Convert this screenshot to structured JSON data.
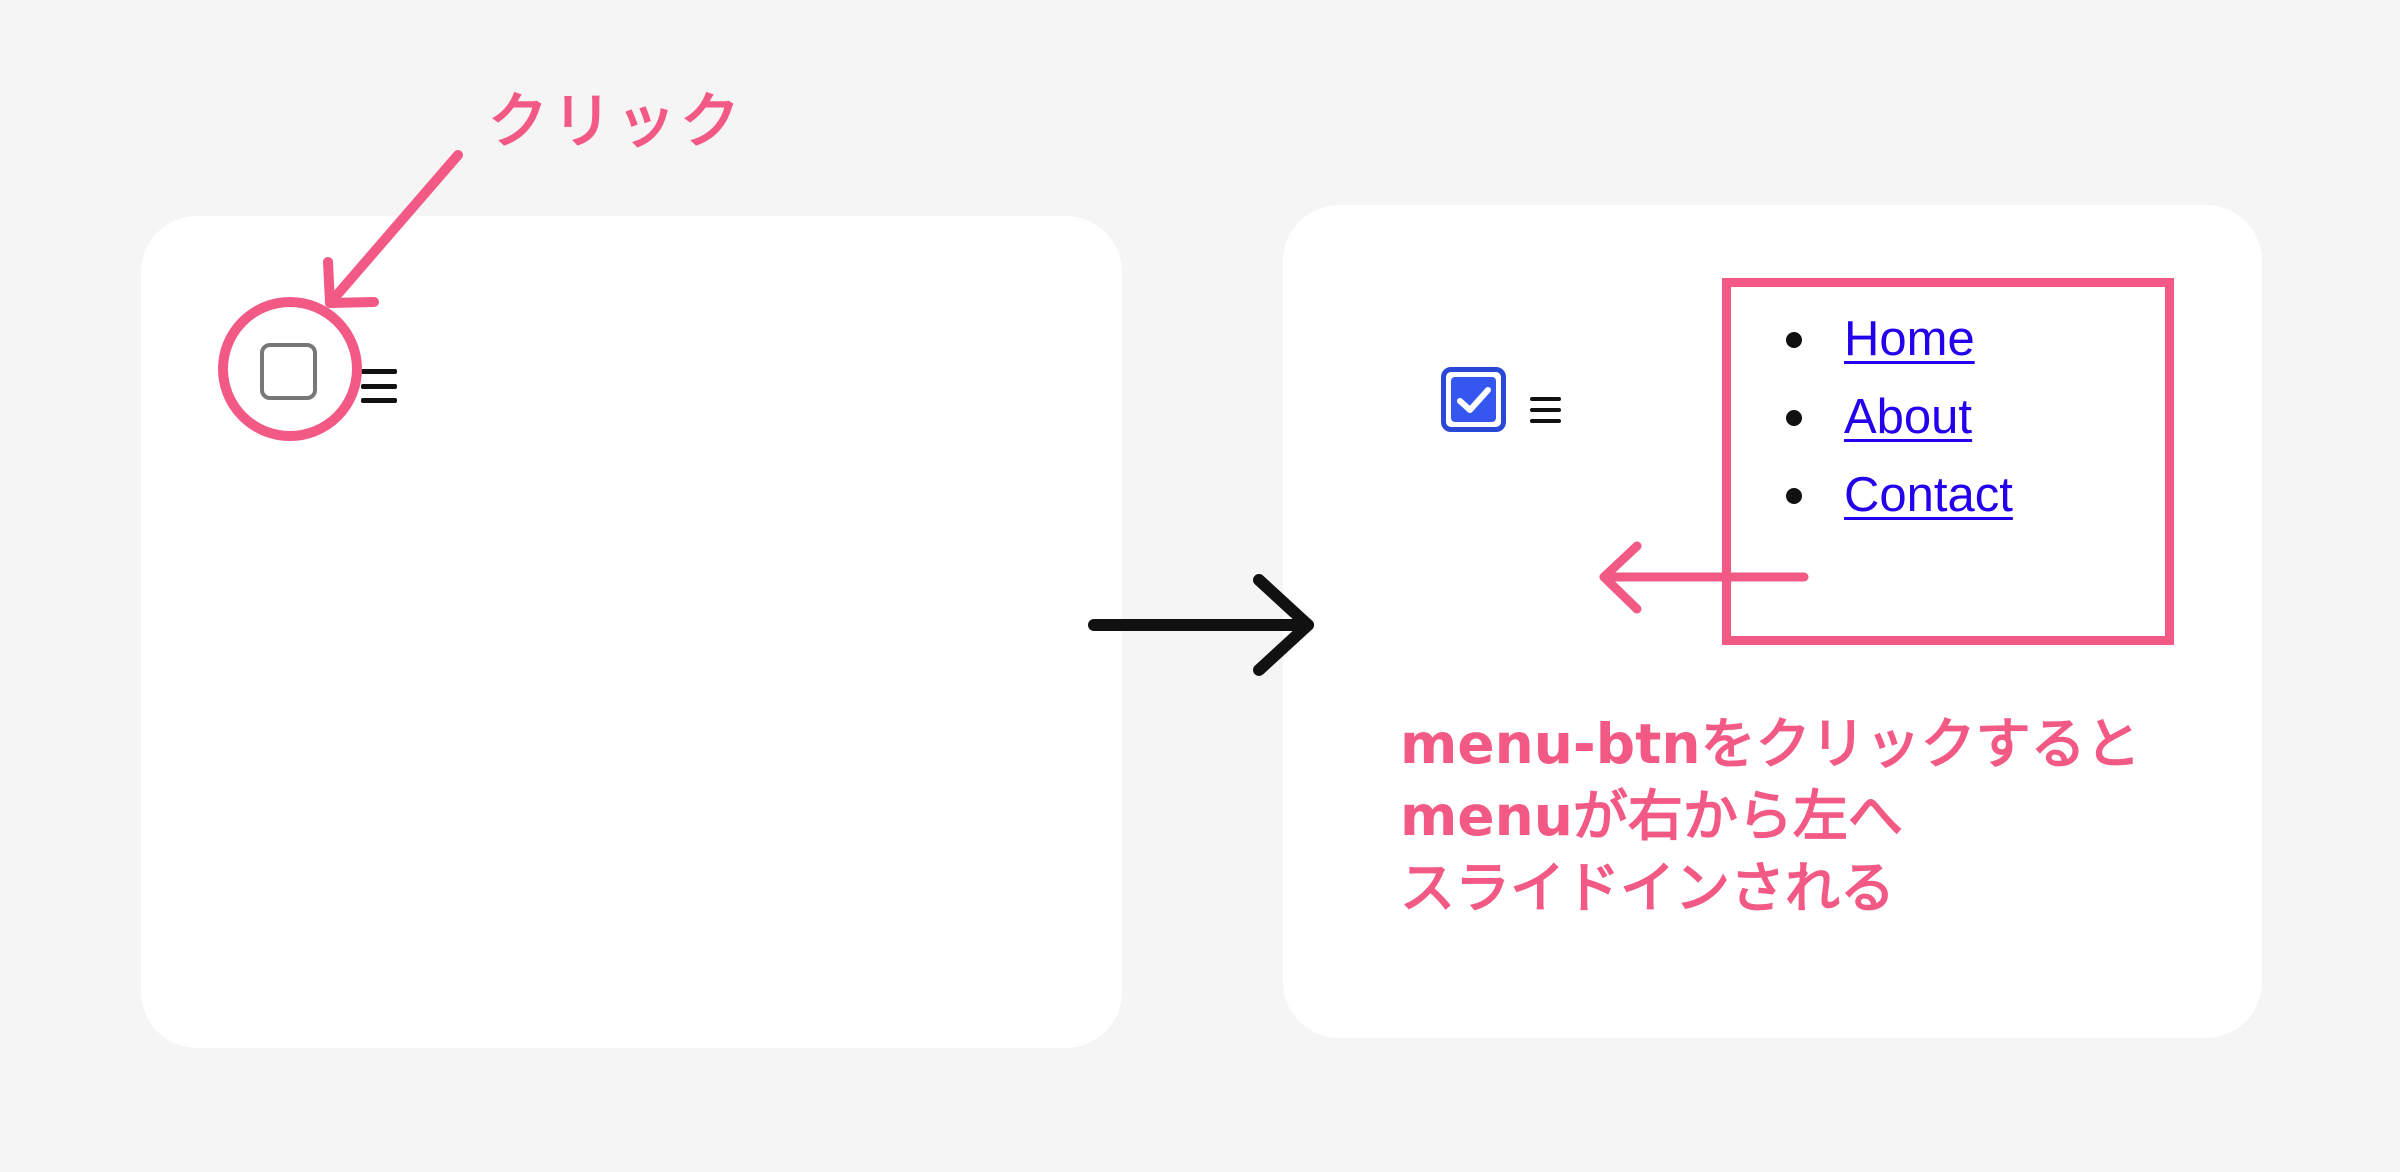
{
  "annotation": {
    "click_label": "クリック",
    "caption_lines": [
      "menu-btnをクリックすると",
      "menuが右から左へ",
      "スライドインされる"
    ],
    "accent_color": "#f25a85"
  },
  "before_panel": {
    "checkbox_state": "unchecked",
    "menu_button_icon": "hamburger-icon"
  },
  "after_panel": {
    "checkbox_state": "checked",
    "checkbox_color": "#3557f0",
    "menu_button_icon": "hamburger-icon",
    "menu": {
      "items": [
        {
          "label": "Home"
        },
        {
          "label": "About"
        },
        {
          "label": "Contact"
        }
      ],
      "link_color": "#2200ee"
    }
  },
  "transition_arrow": "arrow-right-icon",
  "slide_arrow": "arrow-left-icon"
}
